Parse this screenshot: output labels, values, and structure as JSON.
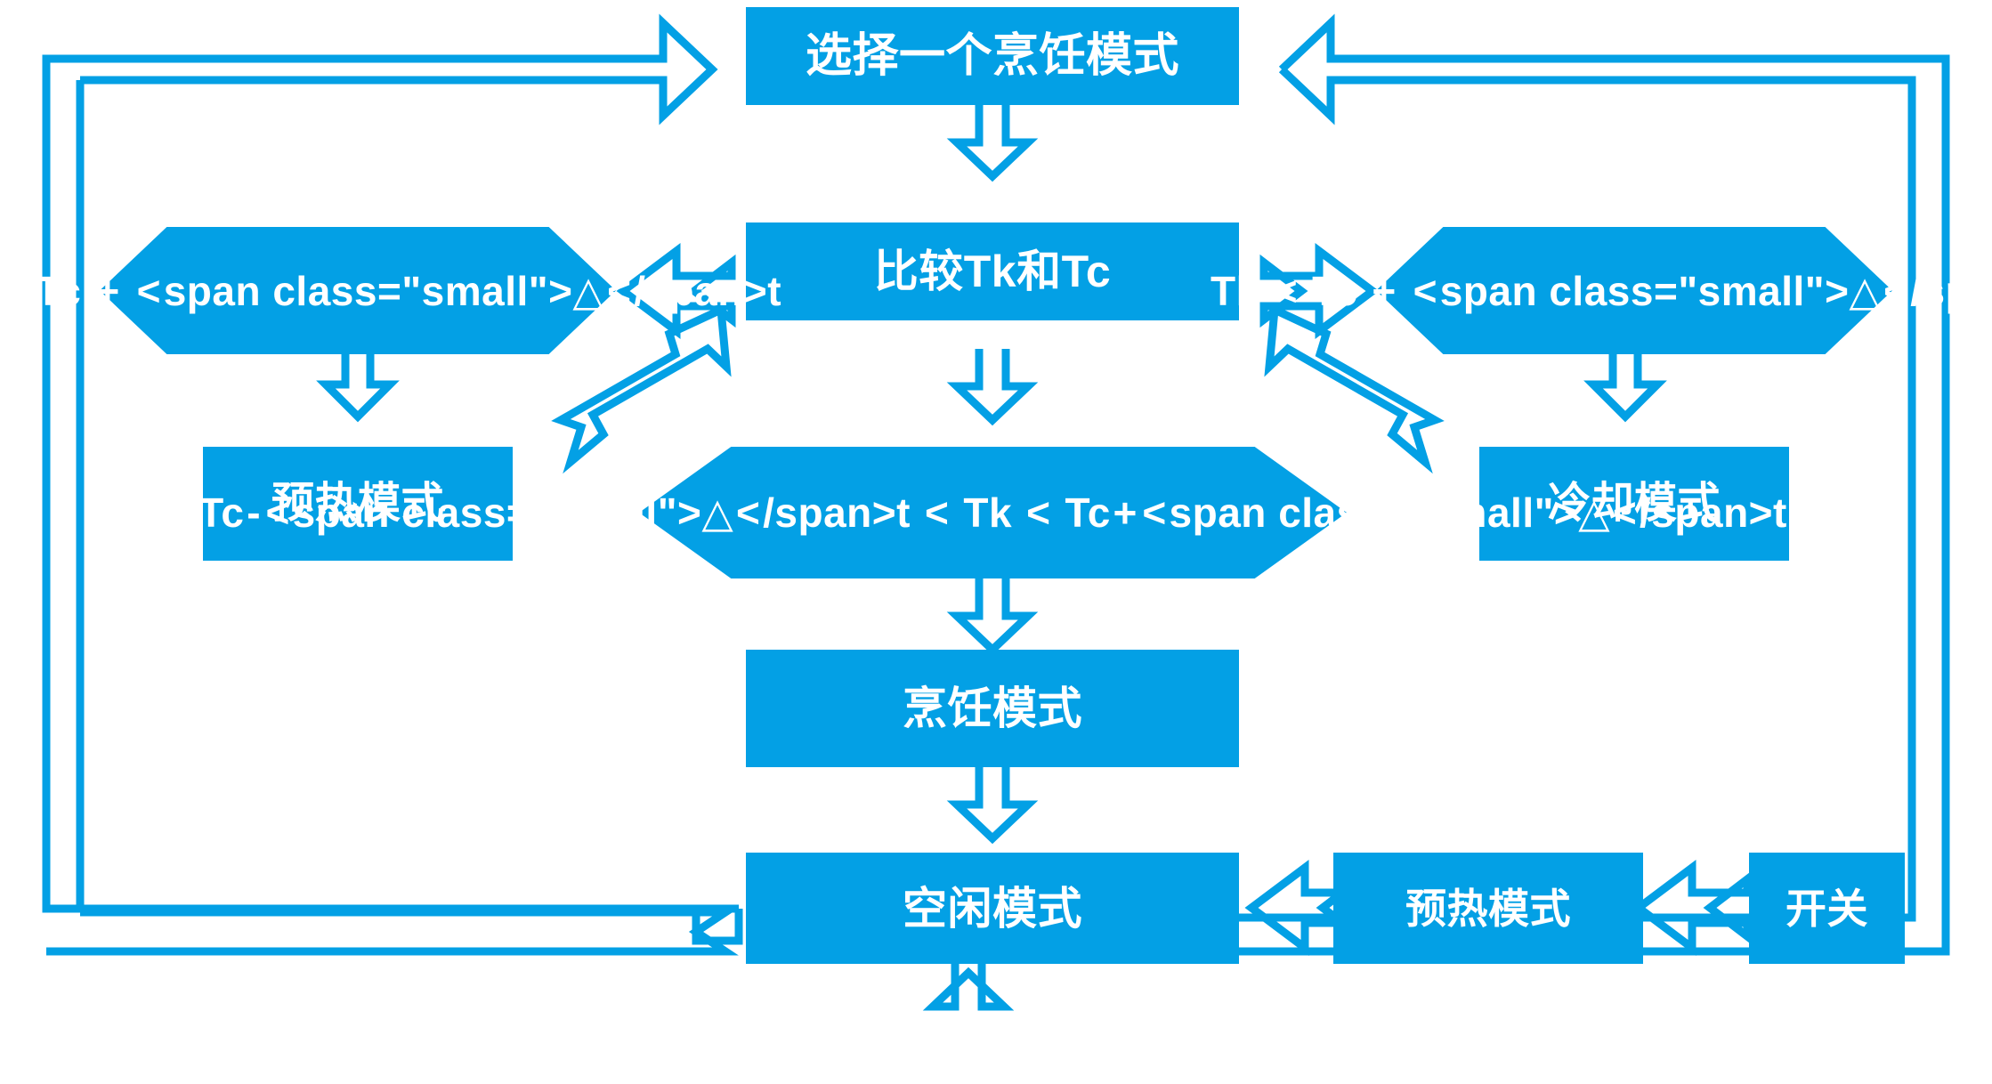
{
  "diagram": {
    "title_text": "",
    "accent_color": "#03A0E5",
    "node_text_color": "#ffffff",
    "background": "#ffffff",
    "type": "flowchart"
  },
  "nodes": {
    "select_mode": {
      "label": "选择一个烹饪模式",
      "shape": "rectangle"
    },
    "compare": {
      "label": "比较Tk和Tc",
      "shape": "rectangle"
    },
    "cond_left": {
      "label": "Tk < Tc + △t",
      "shape": "hexagon"
    },
    "cond_right": {
      "label": "Tk < Tc + △t",
      "shape": "hexagon"
    },
    "cond_mid": {
      "label": "Tc-△t < Tk < Tc+△t",
      "shape": "hexagon"
    },
    "preheat_left": {
      "label": "预热模式",
      "shape": "rectangle"
    },
    "cooling_right": {
      "label": "冷却模式",
      "shape": "rectangle"
    },
    "cooking": {
      "label": "烹饪模式",
      "shape": "rectangle"
    },
    "idle": {
      "label": "空闲模式",
      "shape": "rectangle"
    },
    "preheat_bottom": {
      "label": "预热模式",
      "shape": "rectangle"
    },
    "switch": {
      "label": "开关",
      "shape": "rectangle"
    }
  },
  "connectors": [
    {
      "name": "select-to-compare",
      "kind": "arrow-down"
    },
    {
      "name": "compare-to-cond-left",
      "kind": "arrow-left"
    },
    {
      "name": "compare-to-cond-right",
      "kind": "arrow-right"
    },
    {
      "name": "compare-to-cond-mid",
      "kind": "arrow-down"
    },
    {
      "name": "cond-left-to-preheat",
      "kind": "arrow-down"
    },
    {
      "name": "cond-right-to-cooling",
      "kind": "arrow-down"
    },
    {
      "name": "preheat-to-compare",
      "kind": "arrow-diagonal-up-right"
    },
    {
      "name": "cooling-to-compare",
      "kind": "arrow-diagonal-up-left"
    },
    {
      "name": "cond-mid-to-cooking",
      "kind": "arrow-down"
    },
    {
      "name": "cooking-to-idle",
      "kind": "arrow-down"
    },
    {
      "name": "preheat-bottom-to-idle",
      "kind": "arrow-left"
    },
    {
      "name": "switch-to-preheat-bottom",
      "kind": "arrow-left"
    },
    {
      "name": "idle-to-select-outer-left",
      "kind": "loop-left-up"
    },
    {
      "name": "idle-to-select-inner-left",
      "kind": "loop-left-up"
    },
    {
      "name": "idle-to-select-outer-right",
      "kind": "loop-right-up"
    },
    {
      "name": "idle-to-select-inner-right",
      "kind": "loop-right-up"
    },
    {
      "name": "bottom-return-to-idle",
      "kind": "arrow-up"
    }
  ]
}
